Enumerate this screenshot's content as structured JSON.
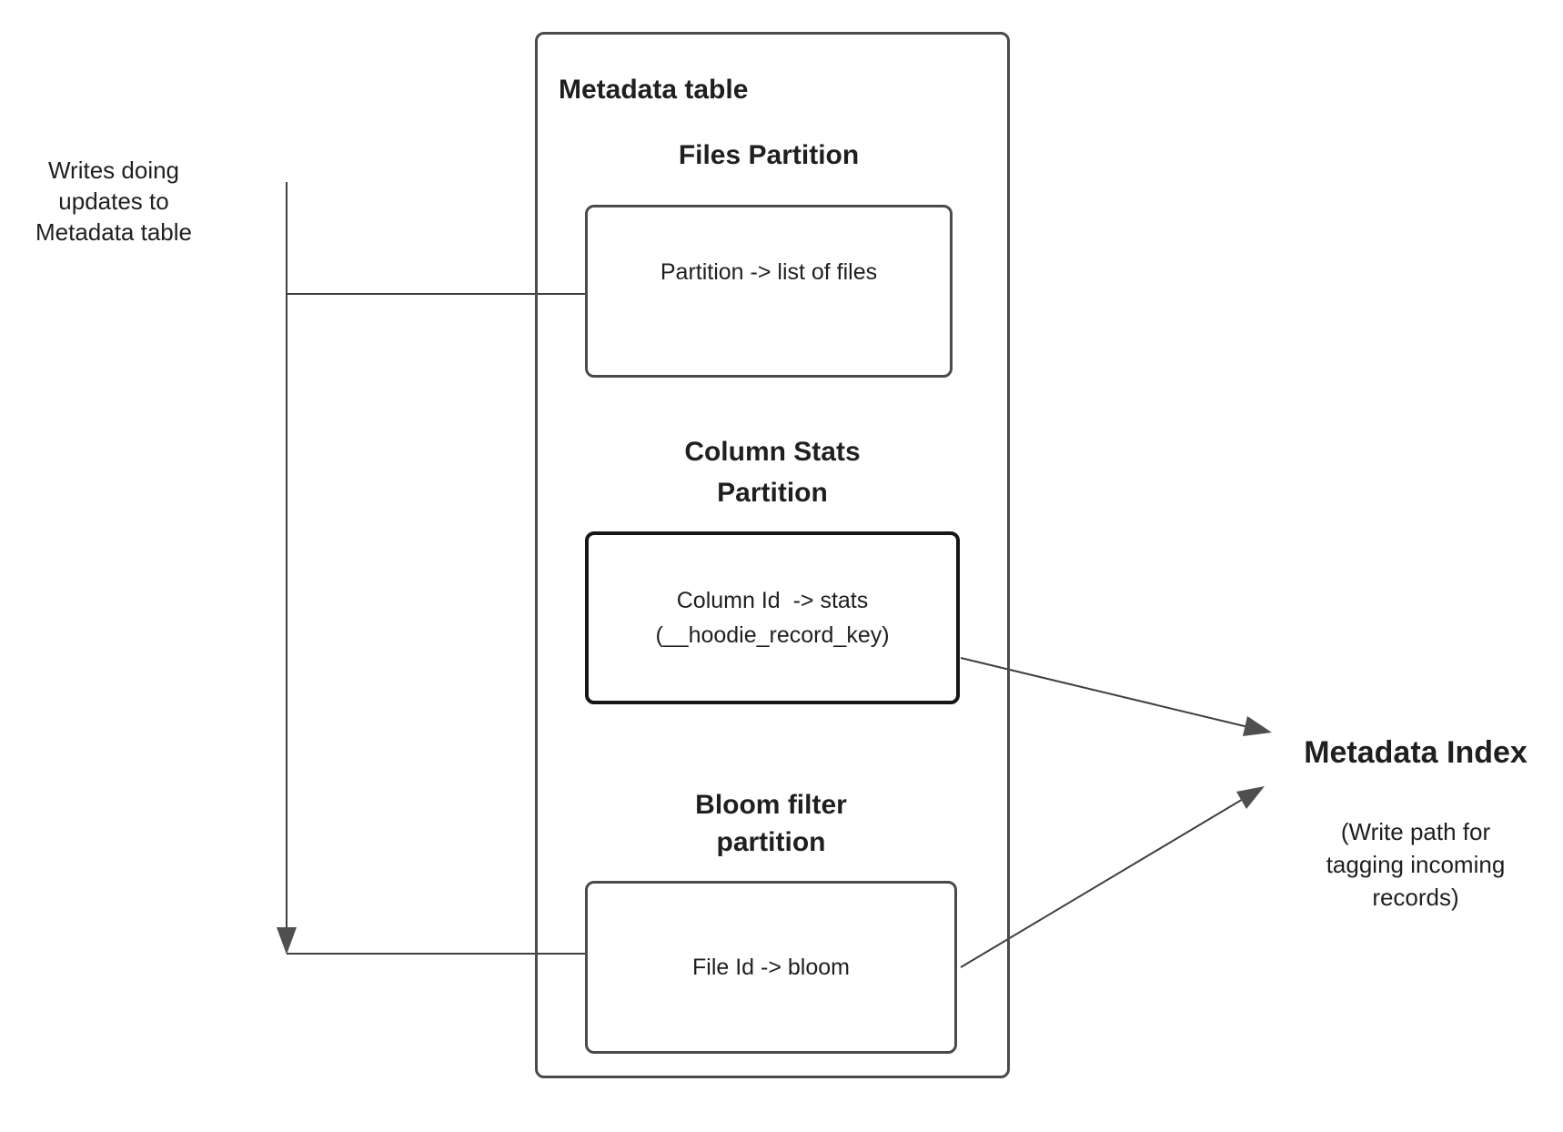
{
  "left_note": {
    "lines": [
      "Writes doing",
      "updates to",
      "Metadata table"
    ]
  },
  "metadata_table": {
    "title": "Metadata table",
    "partitions": [
      {
        "title_lines": [
          "Files Partition"
        ],
        "content_lines": [
          "Partition -> list of files"
        ]
      },
      {
        "title_lines": [
          "Column Stats",
          "Partition"
        ],
        "content_lines": [
          "Column Id  -> stats",
          "(__hoodie_record_key)"
        ]
      },
      {
        "title_lines": [
          "Bloom filter",
          "partition"
        ],
        "content_lines": [
          "File Id -> bloom"
        ]
      }
    ]
  },
  "metadata_index": {
    "title": "Metadata Index",
    "subtitle_lines": [
      "(Write path for",
      "tagging incoming",
      "records)"
    ]
  },
  "colors": {
    "line": "#3f3f3f",
    "box_border": "#4a4a4a",
    "emphasis_border": "#161616",
    "arrowhead": "#4f4f4f",
    "text": "#1f1f1f",
    "background": "#ffffff"
  }
}
